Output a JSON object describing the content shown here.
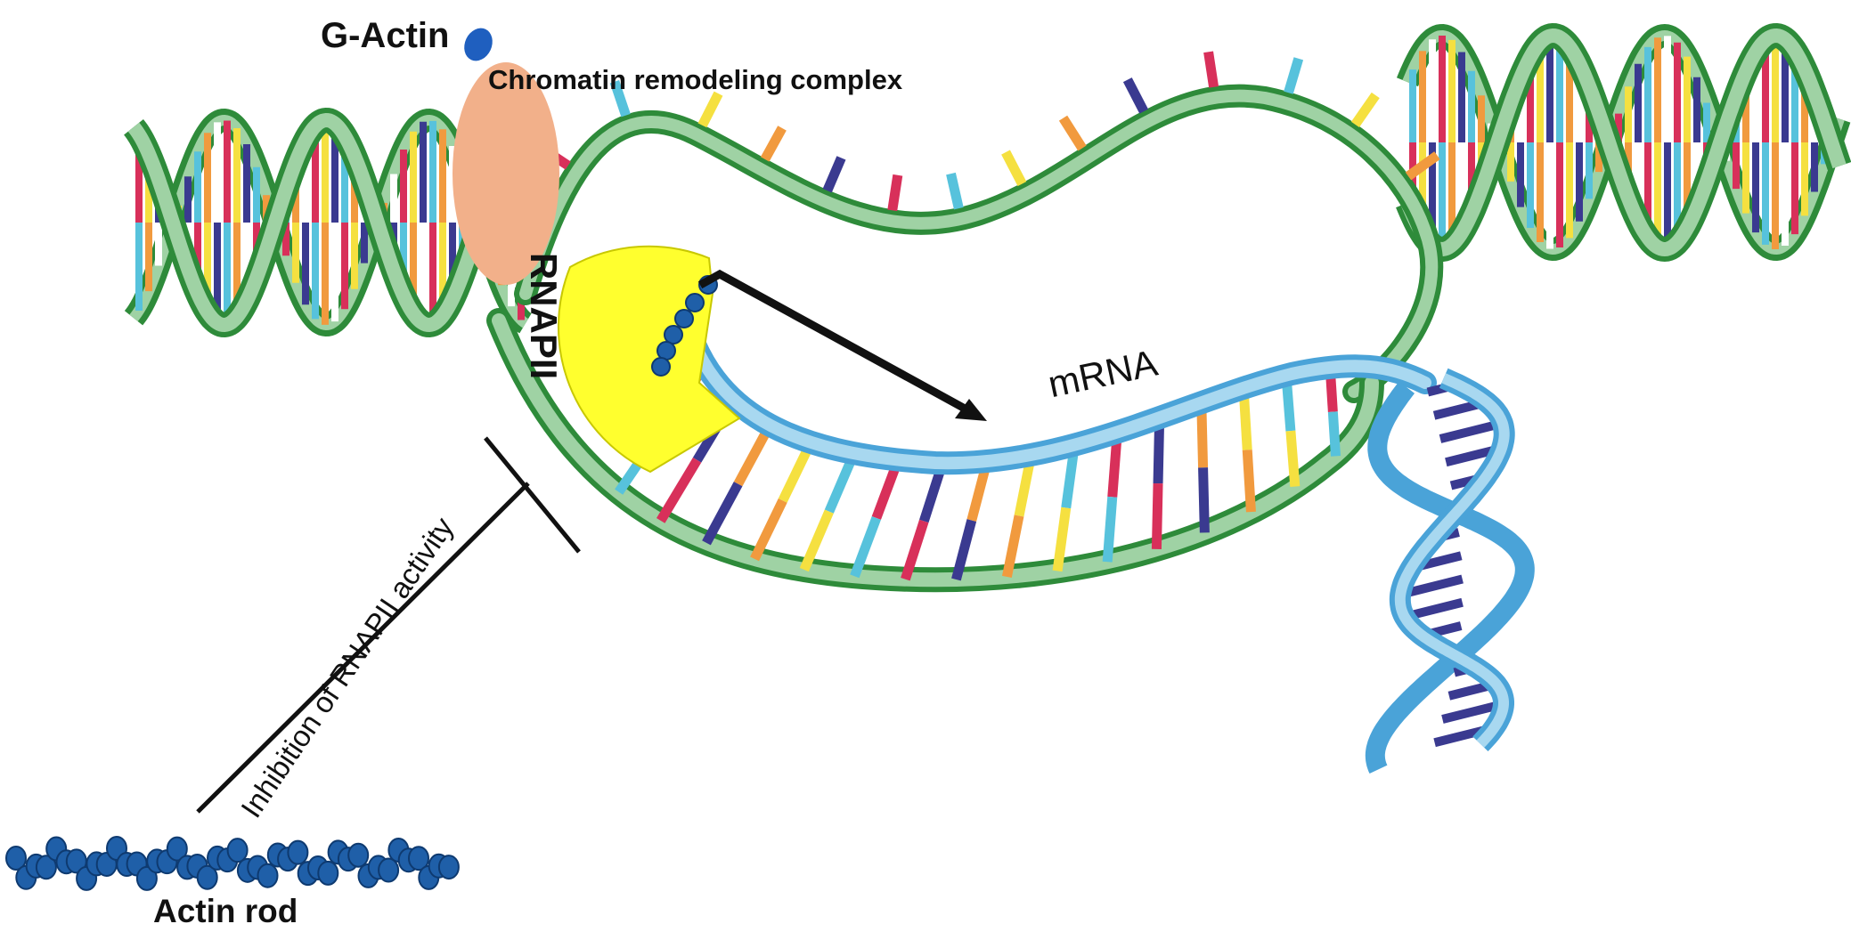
{
  "labels": {
    "g_actin": "G-Actin",
    "chromatin_remodeling_complex": "Chromatin remodeling complex",
    "rnapii": "RNAPII",
    "mrna": "mRNA",
    "inhibition": "Inhibition of RNAPII activity",
    "actin_rod": "Actin rod"
  },
  "colors": {
    "dna_backbone": "#9fd2a4",
    "dna_backbone_dark": "#2e8b3a",
    "mrna_backbone": "#a8d8f0",
    "mrna_backbone_dark": "#4aa3d8",
    "rnapii": "#ffff2e",
    "chromatin_complex": "#f2b08a",
    "g_actin": "#1f5fbf",
    "actin_rod": "#1f5fa8",
    "arrow": "#111111",
    "base_colors": [
      "#d8305a",
      "#f5e040",
      "#3a3a90",
      "#57c2dc",
      "#f19a3e",
      "#ffffff"
    ]
  }
}
